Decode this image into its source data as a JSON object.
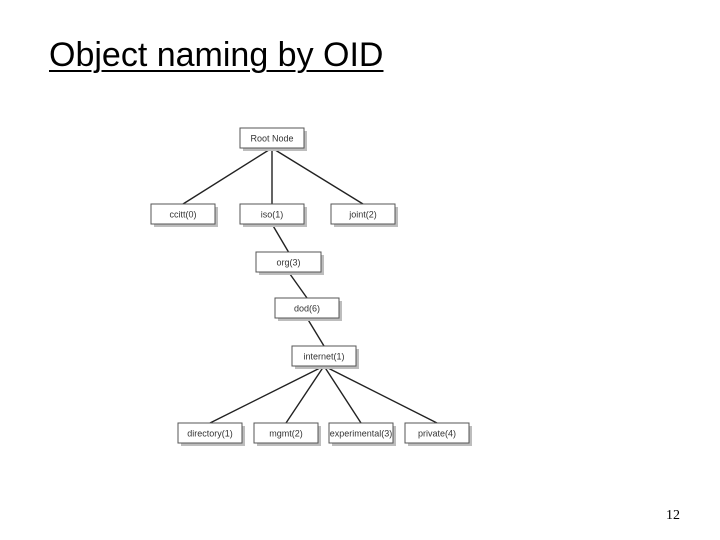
{
  "slide": {
    "title": "Object naming by OID",
    "page_number": "12"
  },
  "tree": {
    "nodes": {
      "root": "Root Node",
      "ccitt": "ccitt(0)",
      "iso": "iso(1)",
      "joint": "joint(2)",
      "org": "org(3)",
      "dod": "dod(6)",
      "internet": "internet(1)",
      "directory": "directory(1)",
      "mgmt": "mgmt(2)",
      "experimental": "experimental(3)",
      "private": "private(4)"
    },
    "edges": [
      [
        "root",
        "ccitt"
      ],
      [
        "root",
        "iso"
      ],
      [
        "root",
        "joint"
      ],
      [
        "iso",
        "org"
      ],
      [
        "org",
        "dod"
      ],
      [
        "dod",
        "internet"
      ],
      [
        "internet",
        "directory"
      ],
      [
        "internet",
        "mgmt"
      ],
      [
        "internet",
        "experimental"
      ],
      [
        "internet",
        "private"
      ]
    ]
  },
  "colors": {
    "box_border": "#555555",
    "box_fill": "#ffffff",
    "shadow": "#bdbdbd",
    "line": "#222222",
    "text": "#333333"
  }
}
